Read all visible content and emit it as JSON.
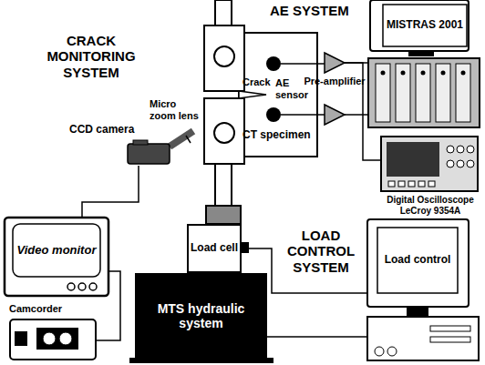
{
  "diagram": {
    "nodes": [
      {
        "text": [
          "MISTRAS 2001"
        ]
      },
      {
        "text": [
          "AE sensor"
        ]
      },
      {
        "text": [
          "Pre-amplifier"
        ]
      },
      {
        "text": [
          "CCD camera"
        ]
      },
      {
        "text": [
          "Digital Oscilloscope LeCroy 9354A"
        ]
      },
      {
        "text": [
          "Video monitor"
        ]
      },
      {
        "text": [
          "Load cell"
        ]
      },
      {
        "text": [
          "Load control"
        ]
      },
      {
        "text": [
          "Camcorder"
        ]
      },
      {
        "text": [
          "MTS hydraulic system"
        ]
      }
    ],
    "edges": [
      {
        "from": 3,
        "to": 5,
        "arrow": "none"
      },
      {
        "from": 5,
        "to": 8,
        "arrow": "none"
      },
      {
        "from": 1,
        "to": 2,
        "arrow": "none"
      },
      {
        "from": 2,
        "to": 0,
        "arrow": "none"
      },
      {
        "from": 2,
        "to": 4,
        "arrow": "none"
      },
      {
        "from": 6,
        "to": 7,
        "arrow": "none"
      },
      {
        "from": 9,
        "to": 7,
        "arrow": "none"
      }
    ],
    "labels": [
      "CRACK MONITORING SYSTEM",
      "AE SYSTEM",
      "Crack",
      "Micro zoom lens",
      "CT specimen",
      "LOAD CONTROL SYSTEM"
    ]
  }
}
